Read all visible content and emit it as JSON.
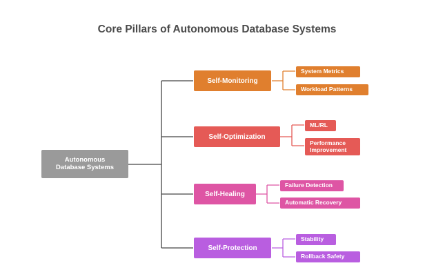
{
  "title": "Core Pillars of Autonomous Database Systems",
  "root": {
    "label_line1": "Autonomous",
    "label_line2": "Database Systems",
    "color": "#9a9a9a"
  },
  "pillars": [
    {
      "label": "Self-Monitoring",
      "color": "#e07f2e",
      "children": [
        {
          "label": "System Metrics"
        },
        {
          "label": "Workload Patterns"
        }
      ]
    },
    {
      "label": "Self-Optimization",
      "color": "#e55a56",
      "children": [
        {
          "label": "ML/RL"
        },
        {
          "label_line1": "Performance",
          "label_line2": "Improvement"
        }
      ]
    },
    {
      "label": "Self-Healing",
      "color": "#de55a4",
      "children": [
        {
          "label": "Failure Detection"
        },
        {
          "label": "Automatic Recovery"
        }
      ]
    },
    {
      "label": "Self-Protection",
      "color": "#b95ee0",
      "children": [
        {
          "label": "Stability"
        },
        {
          "label": "Rollback Safety"
        }
      ]
    }
  ]
}
